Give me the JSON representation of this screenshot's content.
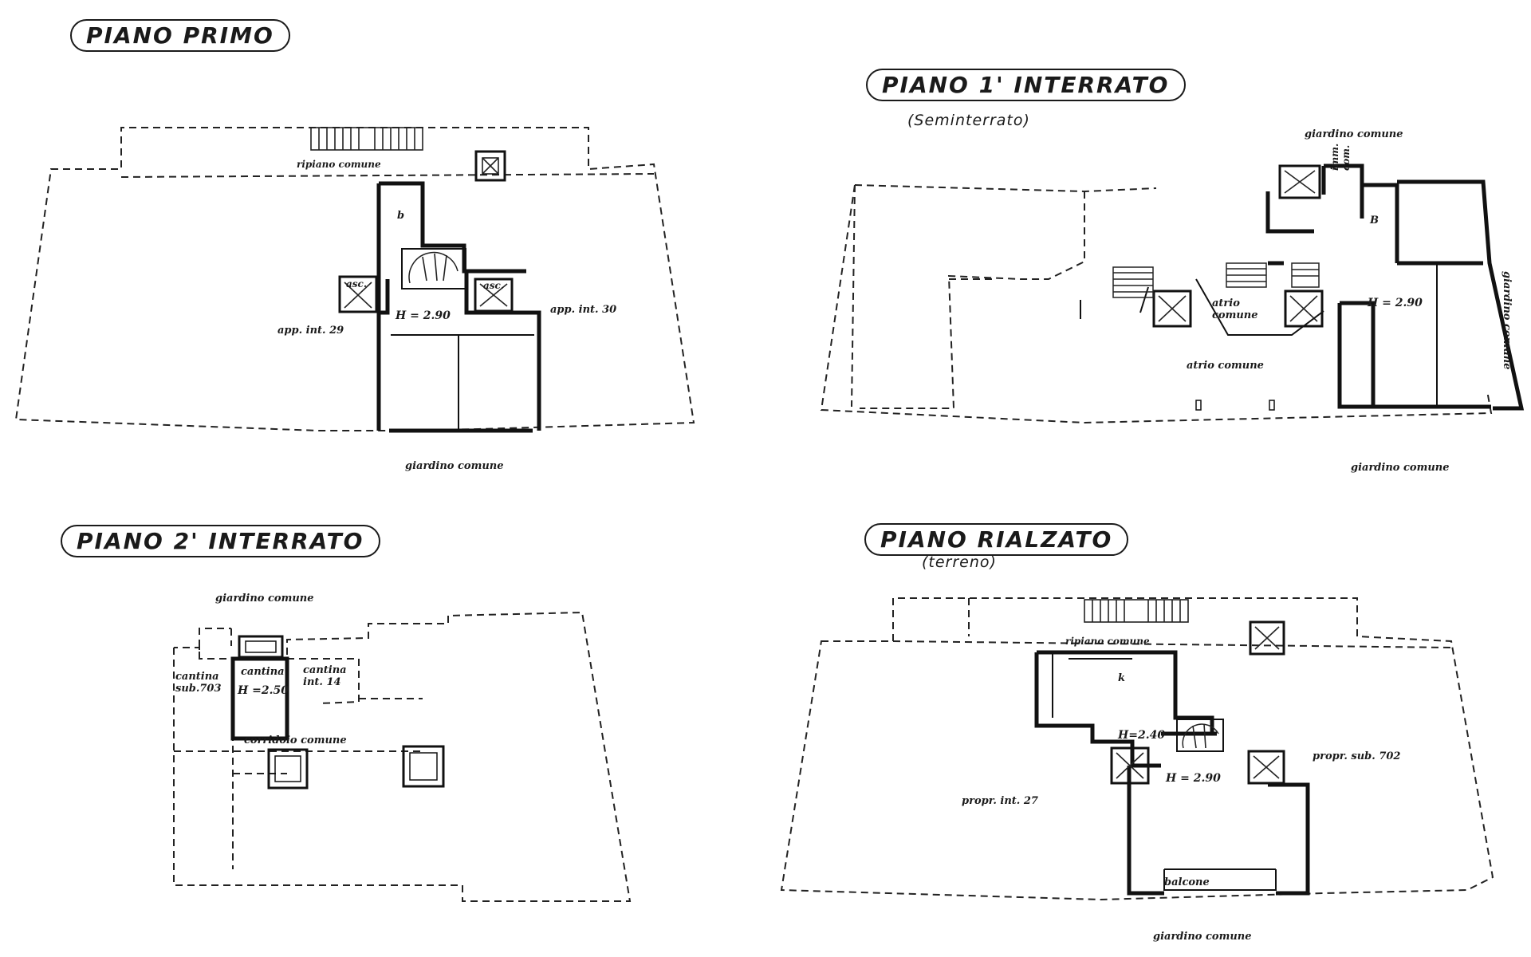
{
  "plans": {
    "primo": {
      "title": "PIANO PRIMO",
      "labels": {
        "ripiano": "ripiano comune",
        "b": "b",
        "h": "H = 2.90",
        "app29": "app. int. 29",
        "app30": "app. int. 30",
        "giardino": "giardino comune",
        "asc1": "asc.",
        "asc2": "asc."
      }
    },
    "interrato1": {
      "title": "PIANO 1' INTERRATO",
      "subtitle": "(Seminterrato)",
      "labels": {
        "giardino_top": "giardino comune",
        "imm": "imm.\ncom.",
        "b": "B",
        "atrio1": "atrio\ncomune",
        "h": "H = 2.90",
        "atrio2": "atrio comune",
        "giardino_bottom": "giardino comune",
        "giardino_side": "giardino comune"
      }
    },
    "interrato2": {
      "title": "PIANO 2' INTERRATO",
      "labels": {
        "giardino": "giardino comune",
        "cantina_sub": "cantina\nsub.703",
        "cantina": "cantina",
        "h": "H =2.50",
        "cantina_int": "cantina\nint. 14",
        "corridoio": "corridoio comune"
      }
    },
    "rialzato": {
      "title": "PIANO RIALZATO",
      "subtitle": "(terreno)",
      "labels": {
        "ripiano": "ripiano comune",
        "k": "k",
        "h240": "H=2.40",
        "h290": "H = 2.90",
        "propr27": "propr. int. 27",
        "propr702": "propr. sub. 702",
        "balcone": "balcone",
        "giardino": "giardino comune"
      }
    }
  }
}
